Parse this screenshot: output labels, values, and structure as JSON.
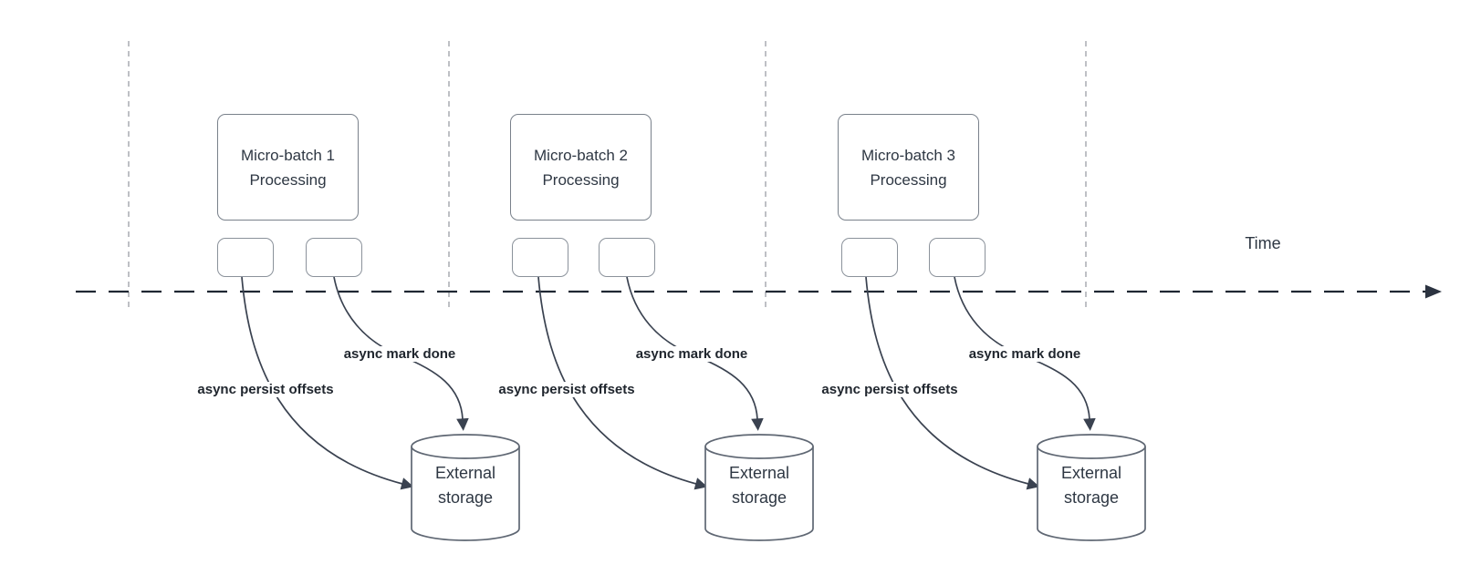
{
  "timeline": {
    "label": "Time"
  },
  "batches": [
    {
      "title": "Micro-batch 1",
      "subtitle": "Processing",
      "persist_label": "async persist offsets",
      "done_label": "async mark done",
      "storage_line1": "External",
      "storage_line2": "storage"
    },
    {
      "title": "Micro-batch 2",
      "subtitle": "Processing",
      "persist_label": "async persist offsets",
      "done_label": "async mark done",
      "storage_line1": "External",
      "storage_line2": "storage"
    },
    {
      "title": "Micro-batch 3",
      "subtitle": "Processing",
      "persist_label": "async persist offsets",
      "done_label": "async mark done",
      "storage_line1": "External",
      "storage_line2": "storage"
    }
  ],
  "colors": {
    "curve": "#3a4250",
    "timeline": "#1f2733",
    "gridline": "#b3b6bb",
    "box_border": "#79818b",
    "cylinder_border": "#5f6773",
    "text": "#2e3743",
    "label_text": "#20262e",
    "background": "#ffffff"
  }
}
